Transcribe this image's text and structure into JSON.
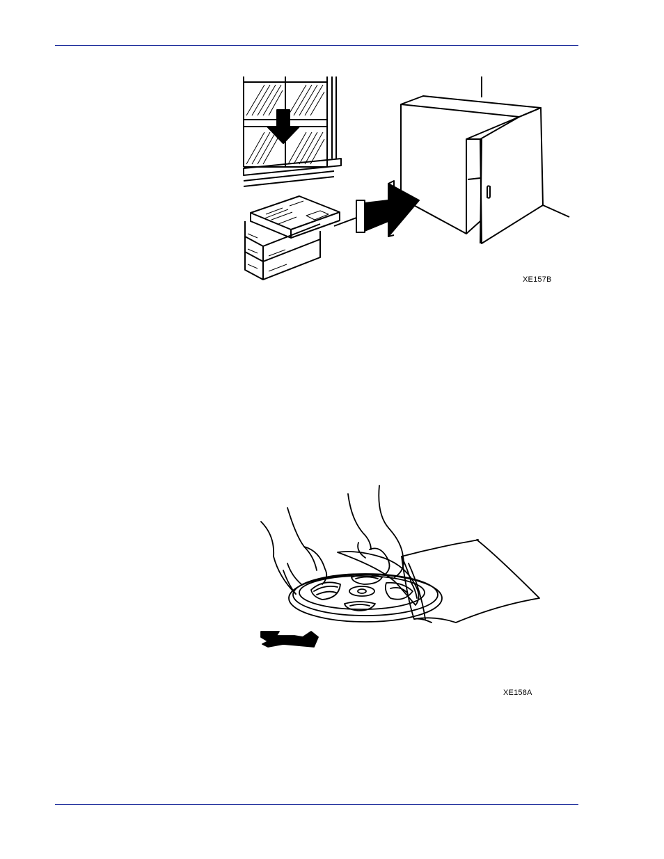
{
  "figures": [
    {
      "id": "figure-storage",
      "label": "XE157B",
      "depicts": "window-arrow-cartons-cabinet"
    },
    {
      "id": "figure-reel",
      "label": "XE158A",
      "depicts": "hands-reel-bag-arrow"
    }
  ],
  "colors": {
    "rule": "#1a2a9a",
    "ink": "#000000",
    "paper": "#ffffff"
  }
}
